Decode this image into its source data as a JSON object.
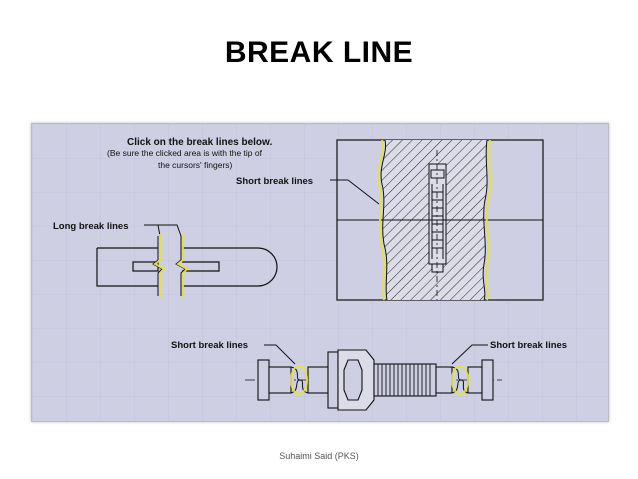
{
  "slide": {
    "title": "BREAK LINE",
    "footer": "Suhaimi Said (PKS)"
  },
  "figure": {
    "instruction_title": "Click on the break lines below.",
    "instruction_line1": "(Be sure the clicked area is with the tip of",
    "instruction_line2": "the cursors' fingers)",
    "label_long": "Long break lines",
    "label_short_top": "Short break lines",
    "label_short_left": "Short break lines",
    "label_short_right": "Short break lines",
    "colors": {
      "background": "#cfcfe4",
      "grid": "#bcbcd6",
      "line": "#111111",
      "highlight": "#e6e23a",
      "hatch_fill": "#dcdce9"
    }
  }
}
